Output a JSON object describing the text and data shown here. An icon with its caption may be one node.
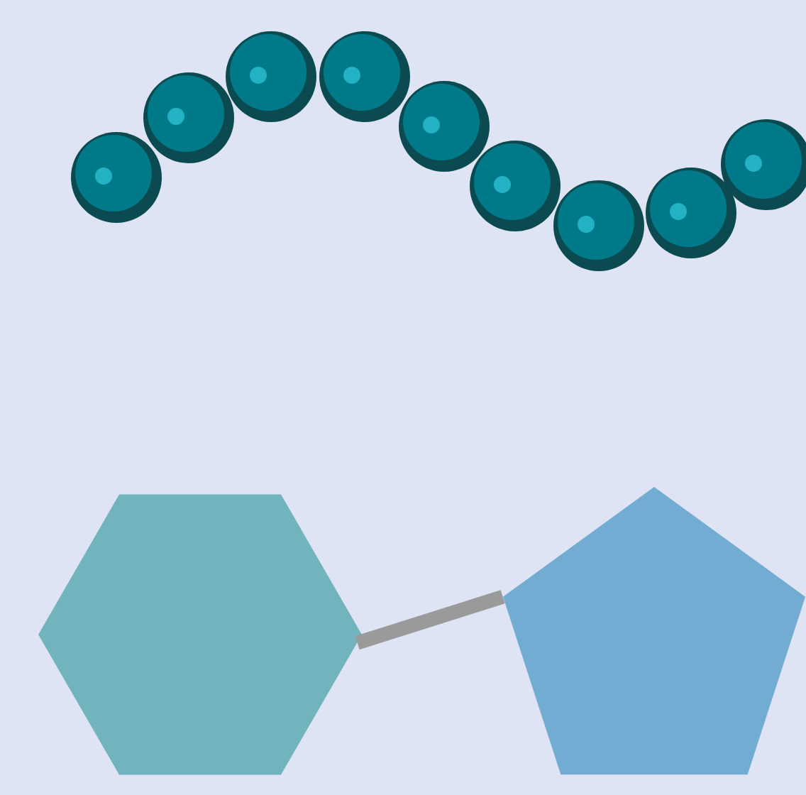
{
  "diagram": {
    "nodes": [
      {
        "text": [],
        "shape": "hexagon"
      },
      {
        "text": [],
        "shape": "pentagon"
      }
    ],
    "edges": [
      {
        "from": 0,
        "to": 1,
        "arrow": "none"
      }
    ]
  }
}
